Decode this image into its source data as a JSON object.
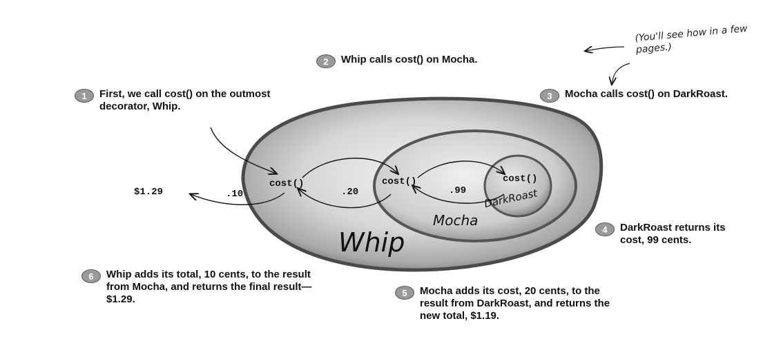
{
  "steps": [
    {
      "num": "1",
      "text": "First, we call cost() on the outmost decorator, Whip."
    },
    {
      "num": "2",
      "text": "Whip calls cost() on Mocha."
    },
    {
      "num": "3",
      "text": "Mocha calls cost() on DarkRoast."
    },
    {
      "num": "4",
      "text": "DarkRoast returns its cost, 99 cents."
    },
    {
      "num": "5",
      "text": "Mocha adds its cost, 20 cents, to the result from DarkRoast, and returns the new total, $1.19."
    },
    {
      "num": "6",
      "text": "Whip adds its total, 10 cents, to the result from Mocha, and returns the final result—$1.29."
    }
  ],
  "note": "(You'll see how in a few pages.)",
  "labels": {
    "whip": "Whip",
    "mocha": "Mocha",
    "darkroast": "DarkRoast",
    "cost_call": "cost()",
    "whip_value": ".10",
    "mocha_value": ".20",
    "darkroast_value": ".99",
    "final_result": "$1.29"
  }
}
